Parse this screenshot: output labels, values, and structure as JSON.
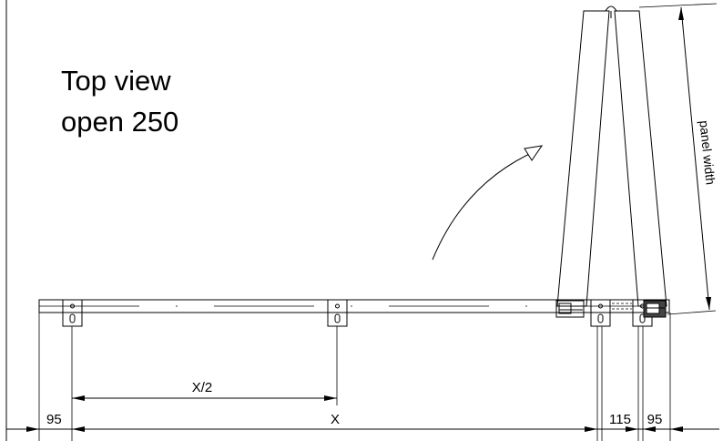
{
  "title": {
    "line1": "Top view",
    "line2": "open 250"
  },
  "dimensions": {
    "left_offset": "95",
    "half_span": "X/2",
    "span": "X",
    "hinge_offset": "115",
    "right_offset": "95",
    "panel": "panel width"
  },
  "colors": {
    "line": "#000000",
    "background": "#ffffff"
  }
}
